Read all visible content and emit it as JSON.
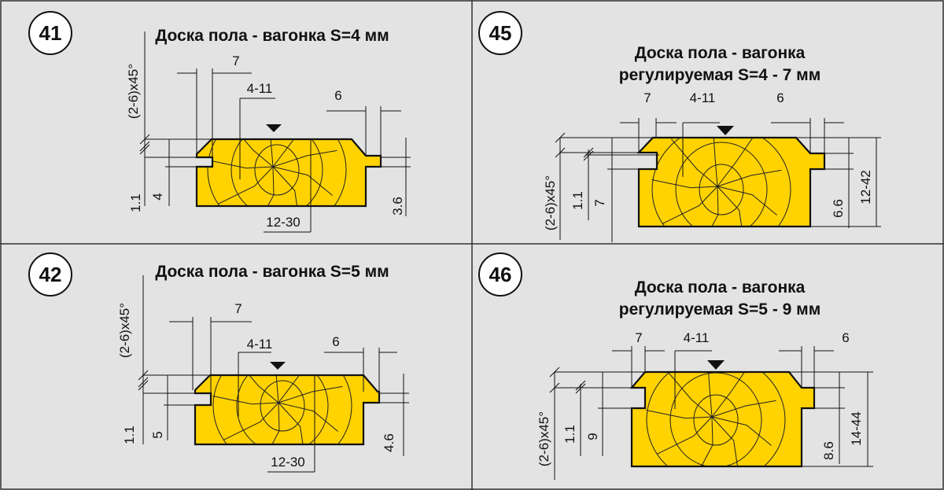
{
  "colors": {
    "wood": "#ffd200",
    "background": "#e3e3e3",
    "line": "#111111"
  },
  "panels": [
    {
      "number": "41",
      "title": [
        "Доска пола - вагонка S=4 мм"
      ],
      "dims": {
        "groove_width": "7",
        "groove_offset": "4-11",
        "tongue_width": "6",
        "chamfer": "(2-6)x45°",
        "lip": "1.1",
        "groove_depth": "4",
        "tongue_height": "3.6",
        "thickness": "12-30"
      }
    },
    {
      "number": "42",
      "title": [
        "Доска пола - вагонка S=5 мм"
      ],
      "dims": {
        "groove_width": "7",
        "groove_offset": "4-11",
        "tongue_width": "6",
        "chamfer": "(2-6)x45°",
        "lip": "1.1",
        "groove_depth": "5",
        "tongue_height": "4.6",
        "thickness": "12-30"
      }
    },
    {
      "number": "45",
      "title": [
        "Доска пола - вагонка",
        "регулируемая S=4 - 7 мм"
      ],
      "dims": {
        "groove_width": "7",
        "groove_offset": "4-11",
        "tongue_width": "6",
        "chamfer": "(2-6)x45°",
        "lip": "1.1",
        "groove_depth": "7",
        "tongue_height": "6.6",
        "thickness": "12-42"
      }
    },
    {
      "number": "46",
      "title": [
        "Доска пола - вагонка",
        "регулируемая S=5 - 9 мм"
      ],
      "dims": {
        "groove_width": "7",
        "groove_offset": "4-11",
        "tongue_width": "6",
        "chamfer": "(2-6)x45°",
        "lip": "1.1",
        "groove_depth": "9",
        "tongue_height": "8.6",
        "thickness": "14-44"
      }
    }
  ]
}
